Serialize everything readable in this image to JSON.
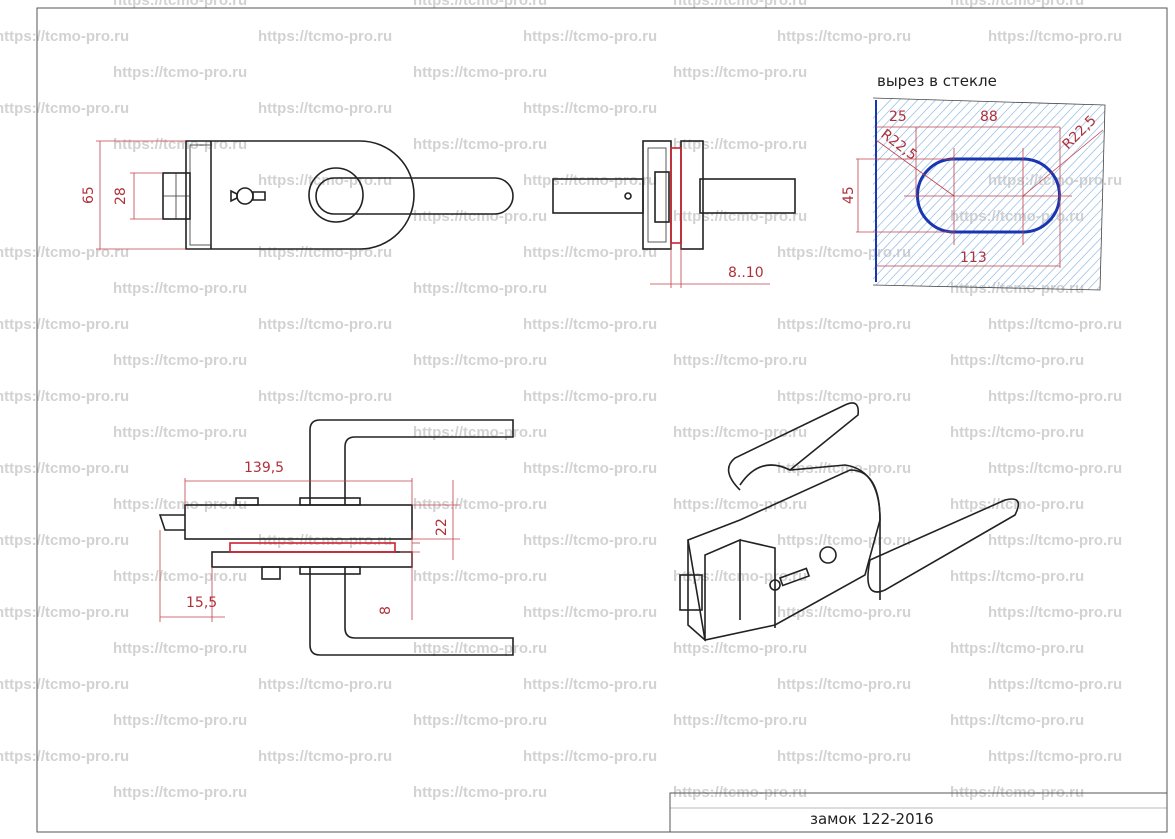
{
  "watermark": "https://tcmo-pro.ru",
  "cutout": {
    "title": "вырез в стекле",
    "dim_left_offset": "25",
    "dim_center_distance": "88",
    "dim_radius_left": "R22,5",
    "dim_radius_right": "R22,5",
    "dim_height": "45",
    "dim_total_width": "113",
    "colors": {
      "cutout_outline": "#1a35b0",
      "hatch": "#9ec4e8",
      "dimension": "#b0303a"
    }
  },
  "front_view": {
    "dim_height": "65",
    "dim_latch": "28"
  },
  "side_view": {
    "dim_glass_thickness": "8..10"
  },
  "top_view": {
    "dim_length": "139,5",
    "dim_body": "22",
    "dim_offset": "15,5",
    "dim_glass": "8"
  },
  "title_block": {
    "label": "замок 122-2016"
  }
}
